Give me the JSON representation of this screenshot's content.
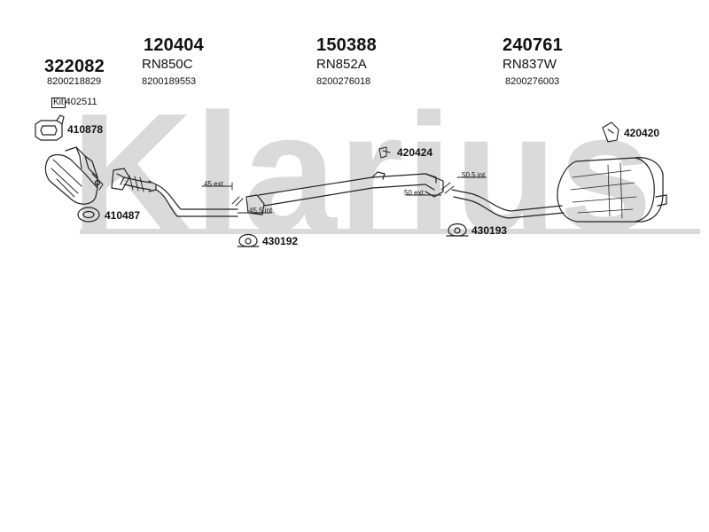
{
  "watermark": {
    "text": "Klarius",
    "color": "#d9d9d9"
  },
  "colors": {
    "line": "#222222",
    "fill": "#ffffff",
    "shade": "#cccccc"
  },
  "headers": [
    {
      "code": "322082",
      "ref": "",
      "oe": "8200218829"
    },
    {
      "code": "120404",
      "ref": "RN850C",
      "oe": "8200189553"
    },
    {
      "code": "150388",
      "ref": "RN852A",
      "oe": "8200276018"
    },
    {
      "code": "240761",
      "ref": "RN837W",
      "oe": "8200276003"
    }
  ],
  "kit": {
    "tag": "Kit",
    "number": "402511"
  },
  "parts": [
    {
      "number": "410878",
      "icon": "gasket-icon"
    },
    {
      "number": "410487",
      "icon": "ring-gasket-icon"
    },
    {
      "number": "420424",
      "icon": "bracket-icon"
    },
    {
      "number": "420420",
      "icon": "rubber-mount-icon"
    },
    {
      "number": "430192",
      "icon": "hanger-icon"
    },
    {
      "number": "430193",
      "icon": "hanger-icon"
    }
  ],
  "dimensions": [
    {
      "text": "45 ext."
    },
    {
      "text": "45.5 int."
    },
    {
      "text": "50 ext."
    },
    {
      "text": "50.5 int."
    }
  ]
}
